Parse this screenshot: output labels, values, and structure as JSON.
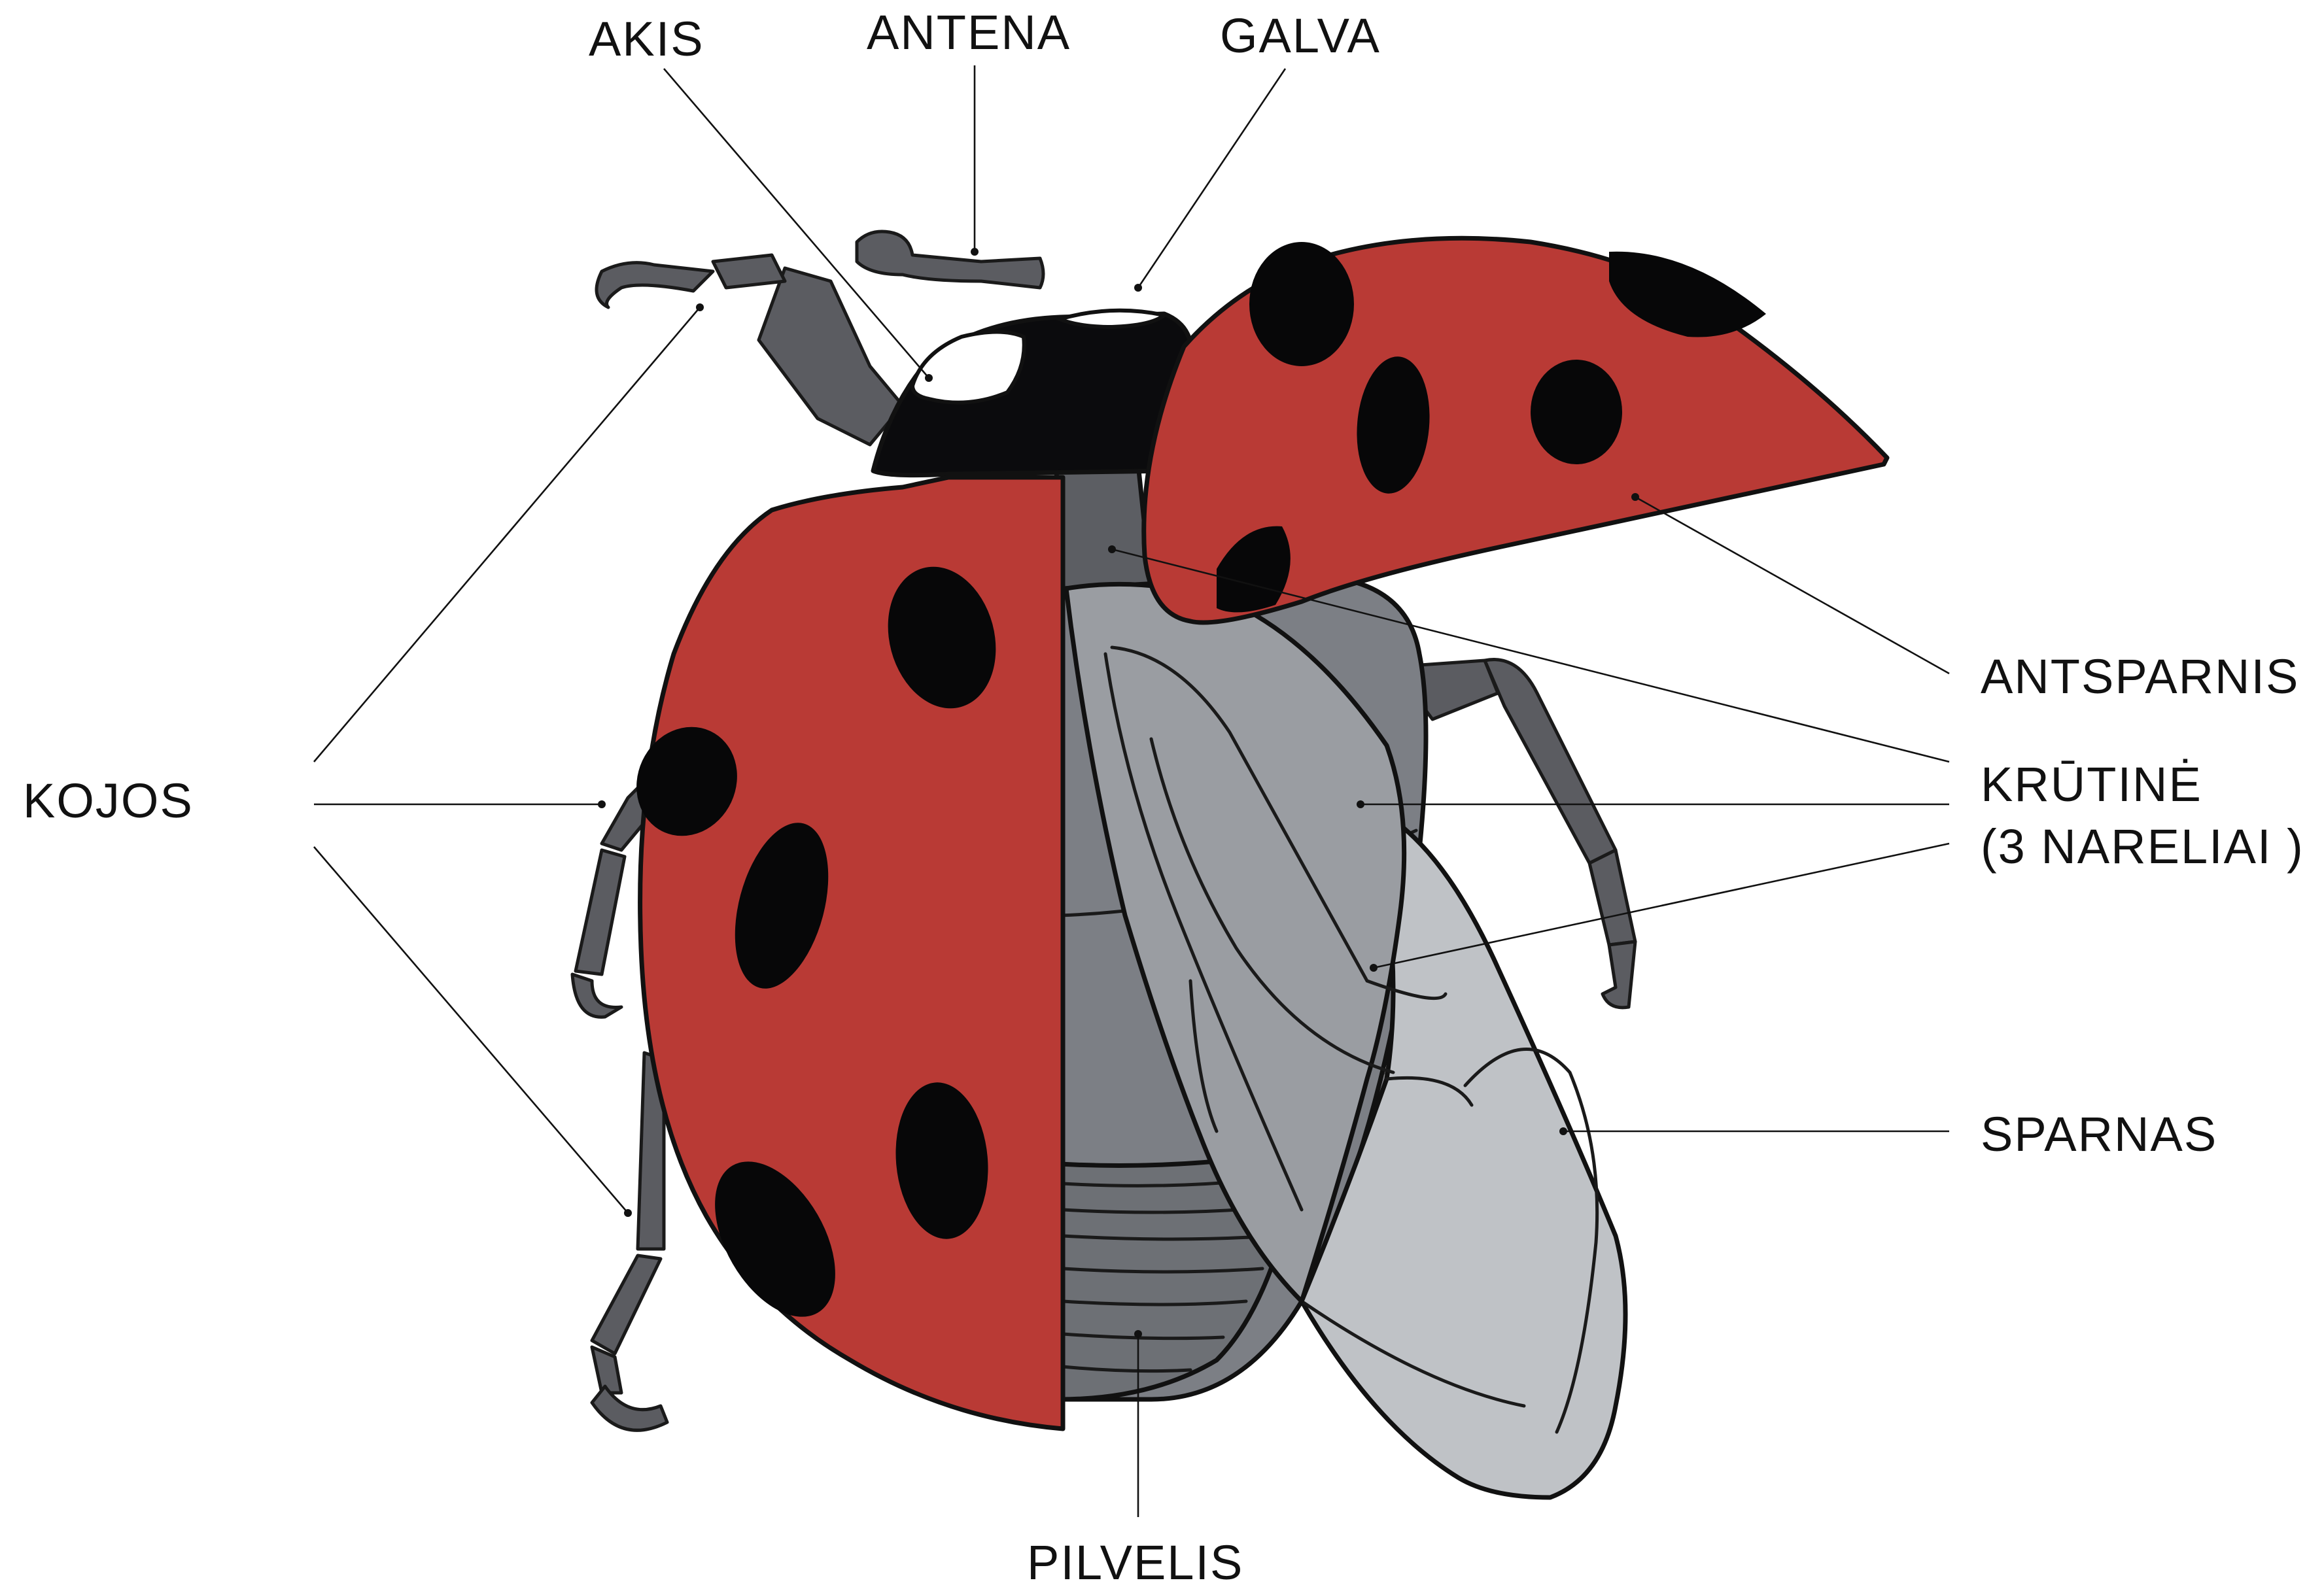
{
  "labels": {
    "akis": "AKIS",
    "antena": "ANTENA",
    "galva": "GALVA",
    "antsparnis": "ANTSPARNIS",
    "krutine_line1": "KRŪTINĖ",
    "krutine_line2": "(3 NARELIAI )",
    "sparnas": "SPARNAS",
    "kojos": "KOJOS",
    "pilvelis": "PILVELIS"
  },
  "colors": {
    "elytra_red": "#b93a35",
    "spot_black": "#070708",
    "body_gray": "#7c7f85",
    "wing_light": "#cfd1d4",
    "leg_gray": "#5b5c61",
    "head_black": "#0b0b0d"
  }
}
